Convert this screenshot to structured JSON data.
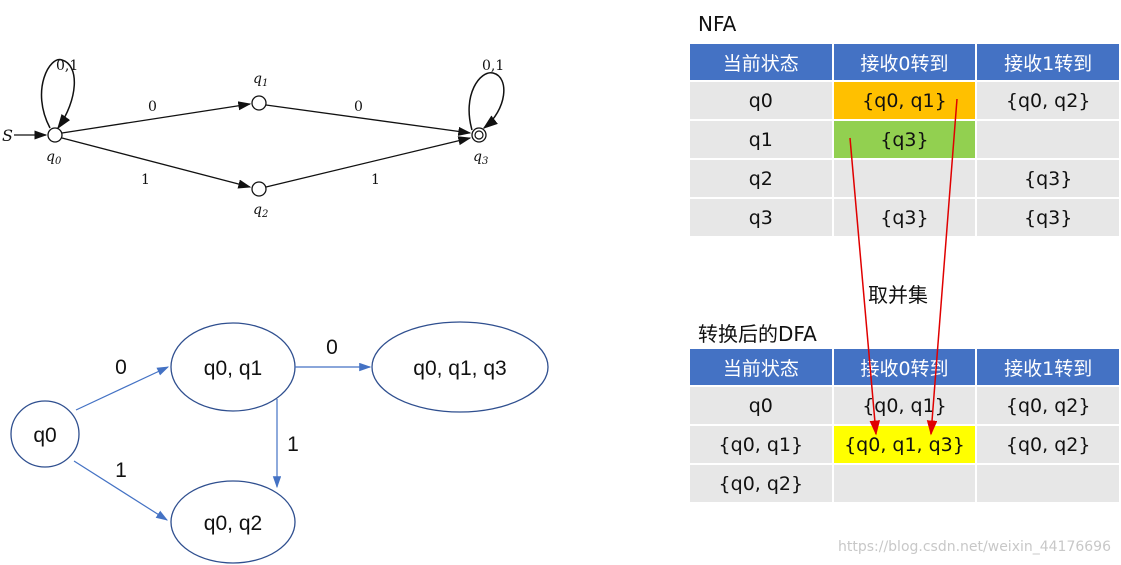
{
  "nfa_diagram": {
    "start_label": "S",
    "edge_01_a": "0,1",
    "edge_01_b": "0,1",
    "edge_q0_q1": "0",
    "edge_q1_q3": "0",
    "edge_q0_q2": "1",
    "edge_q2_q3": "1",
    "q0": "q",
    "q0_sub": "0",
    "q1": "q",
    "q1_sub": "1",
    "q2": "q",
    "q2_sub": "2",
    "q3": "q",
    "q3_sub": "3"
  },
  "dfa_diagram": {
    "n_q0": "q0",
    "n_q0q1": "q0, q1",
    "n_q0q2": "q0, q2",
    "n_q0q1q3": "q0, q1, q3",
    "e_q0_q0q1": "0",
    "e_q0_q0q2": "1",
    "e_q0q1_q0q1q3": "0",
    "e_q0q1_q0q2": "1"
  },
  "nfa_title": "NFA",
  "nfa_table": {
    "headers": [
      "当前状态",
      "接收0转到",
      "接收1转到"
    ],
    "rows": [
      [
        "q0",
        "{q0, q1}",
        "{q0, q2}"
      ],
      [
        "q1",
        "{q3}",
        ""
      ],
      [
        "q2",
        "",
        "{q3}"
      ],
      [
        "q3",
        "{q3}",
        "{q3}"
      ]
    ]
  },
  "union_label": "取并集",
  "dfa_title": "转换后的DFA",
  "dfa_table": {
    "headers": [
      "当前状态",
      "接收0转到",
      "接收1转到"
    ],
    "rows": [
      [
        "q0",
        "{q0, q1}",
        "{q0, q2}"
      ],
      [
        "{q0, q1}",
        "{q0, q1, q3}",
        "{q0, q2}"
      ],
      [
        "{q0, q2}",
        "",
        ""
      ]
    ]
  },
  "watermark": "https://blog.csdn.net/weixin_44176696",
  "colors": {
    "header_blue": "#4472c4",
    "orange": "#ffc000",
    "green": "#92d050",
    "yellow": "#ffff00",
    "arrow_red": "#e00000",
    "dfa_blue": "#4472c4"
  }
}
